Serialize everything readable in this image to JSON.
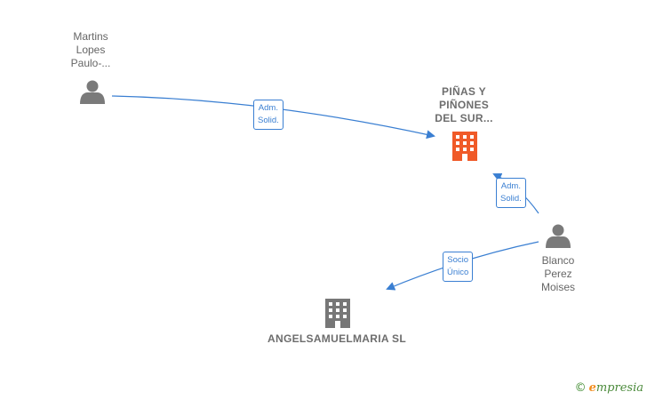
{
  "nodes": {
    "person_martins": {
      "name": [
        "Martins",
        "Lopes",
        "Paulo-..."
      ],
      "icon": "person-icon"
    },
    "company_pinas": {
      "name": [
        "PIÑAS Y",
        "PIÑONES",
        "DEL SUR..."
      ],
      "icon": "building-icon",
      "color": "#f05a28"
    },
    "person_blanco": {
      "name": [
        "Blanco",
        "Perez",
        "Moises"
      ],
      "icon": "person-icon"
    },
    "company_angel": {
      "name": [
        "ANGELSAMUELMARIA SL"
      ],
      "icon": "building-icon",
      "color": "#777777"
    }
  },
  "edges": [
    {
      "from": "person_martins",
      "to": "company_pinas",
      "label": [
        "Adm.",
        "Solid."
      ]
    },
    {
      "from": "person_blanco",
      "to": "company_pinas",
      "label": [
        "Adm.",
        "Solid."
      ]
    },
    {
      "from": "person_blanco",
      "to": "company_angel",
      "label": [
        "Socio",
        "Único"
      ]
    }
  ],
  "colors": {
    "edge": "#3a7fd2",
    "person": "#7a7a7a"
  },
  "branding": {
    "copyright_symbol": "©",
    "initial": "e",
    "rest": "mpresia"
  }
}
